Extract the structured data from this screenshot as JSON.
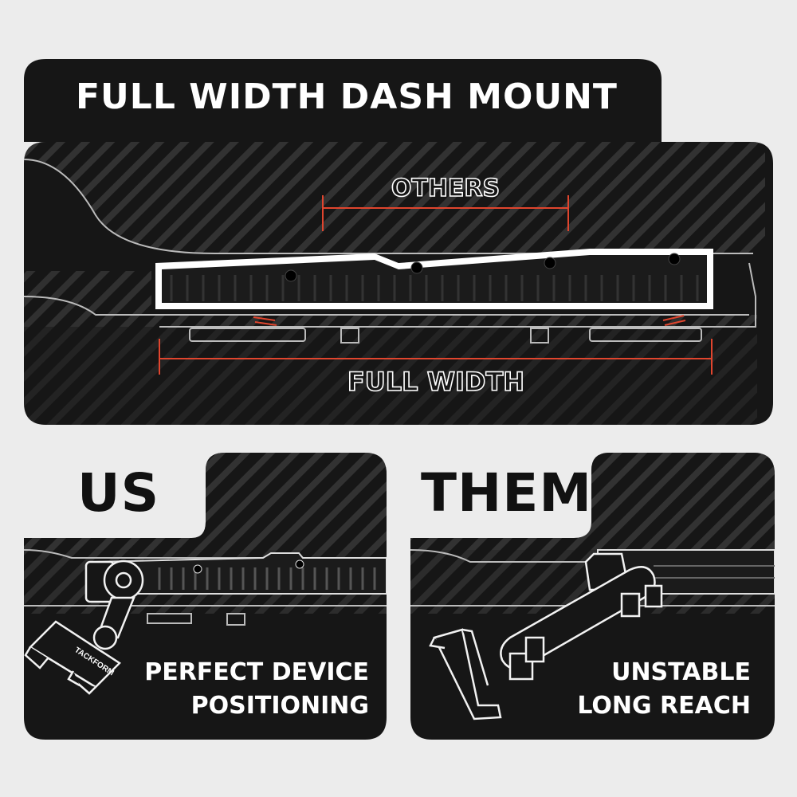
{
  "heading": "FULL WIDTH DASH MOUNT",
  "others_label": "OTHERS",
  "full_width_label": "FULL WIDTH",
  "us_panel": {
    "label": "US",
    "caption_line1": "PERFECT DEVICE",
    "caption_line2": "POSITIONING",
    "brand": "TACKFORM"
  },
  "them_panel": {
    "label": "THEM",
    "caption_line1": "UNSTABLE",
    "caption_line2": "LONG REACH"
  },
  "colors": {
    "panel": "#161616",
    "background": "#ececec",
    "accent_red": "#e0452e",
    "stripe": "#3a3a3a"
  }
}
